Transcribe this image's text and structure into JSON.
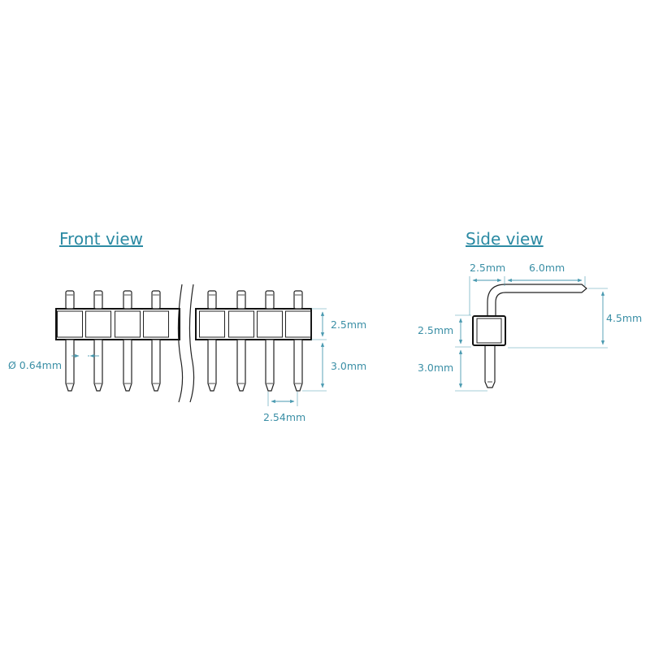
{
  "front_view": {
    "title": "Front view",
    "dim_diameter": "Ø 0.64mm",
    "dim_body_height": "2.5mm",
    "dim_pin_length": "3.0mm",
    "dim_pitch": "2.54mm"
  },
  "side_view": {
    "title": "Side view",
    "dim_body_width": "2.5mm",
    "dim_arm_length": "6.0mm",
    "dim_total_height": "4.5mm",
    "dim_body_height": "2.5mm",
    "dim_pin_length": "3.0mm"
  },
  "colors": {
    "annotation": "#2b8aa3",
    "outline": "#222222"
  }
}
